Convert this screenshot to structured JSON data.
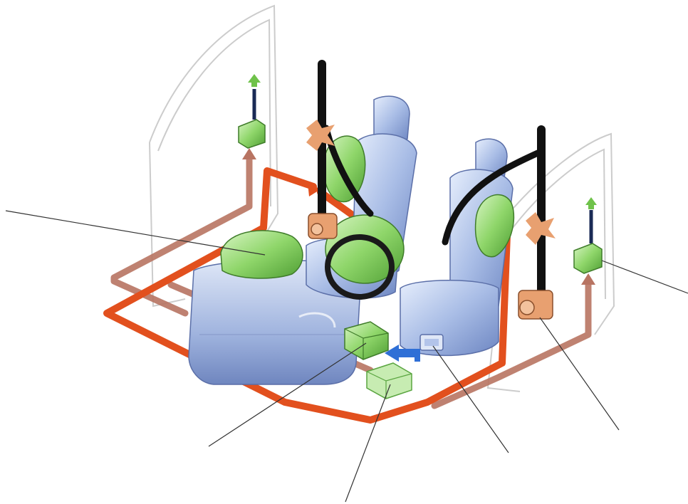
{
  "diagram": {
    "subject": "",
    "colors": {
      "background": "#ffffff",
      "wiring_main": "#e2501e",
      "wiring_secondary": "#b87462",
      "sensor_green": "#8fd66a",
      "module_green": "#a9e28c",
      "seat_blue": "#a9bde6",
      "seat_blue_dark": "#6d86c2",
      "belt_black": "#111111",
      "retractor_orange": "#e8a070",
      "door_outline": "#cccccc",
      "leader_line": "#333333",
      "arrow_blue": "#2f6fd6"
    },
    "components": [
      {
        "id": "front-airbag",
        "icon": "airbag-cushion-icon"
      },
      {
        "id": "side-airbag-left",
        "icon": "airbag-cushion-icon"
      },
      {
        "id": "side-airbag-right",
        "icon": "airbag-cushion-icon"
      },
      {
        "id": "steering-airbag",
        "icon": "steering-wheel-airbag-icon"
      },
      {
        "id": "control-unit",
        "icon": "module-box-icon"
      },
      {
        "id": "crash-sensor",
        "icon": "module-box-icon"
      },
      {
        "id": "seat-sensor",
        "icon": "seat-sensor-icon"
      },
      {
        "id": "belt-pretensioner",
        "icon": "belt-retractor-icon"
      },
      {
        "id": "door-sensor-left",
        "icon": "door-sensor-icon"
      },
      {
        "id": "door-sensor-right",
        "icon": "door-sensor-icon"
      }
    ],
    "callout_count": 6
  }
}
